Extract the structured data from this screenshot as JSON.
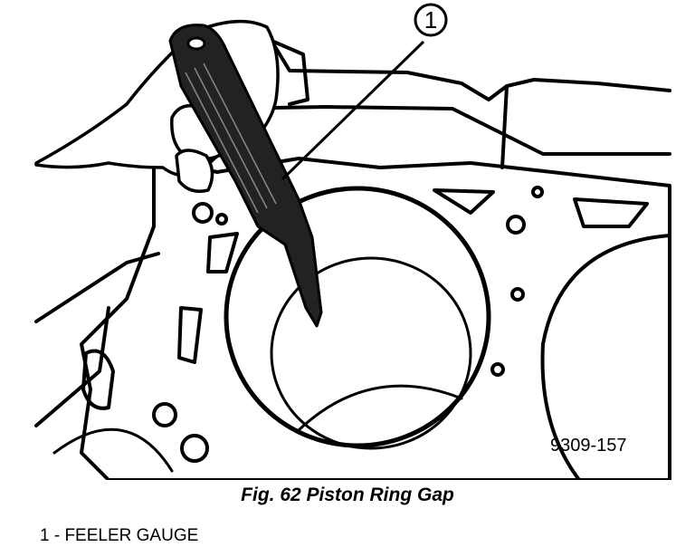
{
  "diagram": {
    "callout_number": "1",
    "figure_code": "9309-157"
  },
  "caption": "Fig. 62 Piston Ring Gap",
  "legend": [
    {
      "number": "1",
      "label": "1 - FEELER GAUGE"
    }
  ]
}
